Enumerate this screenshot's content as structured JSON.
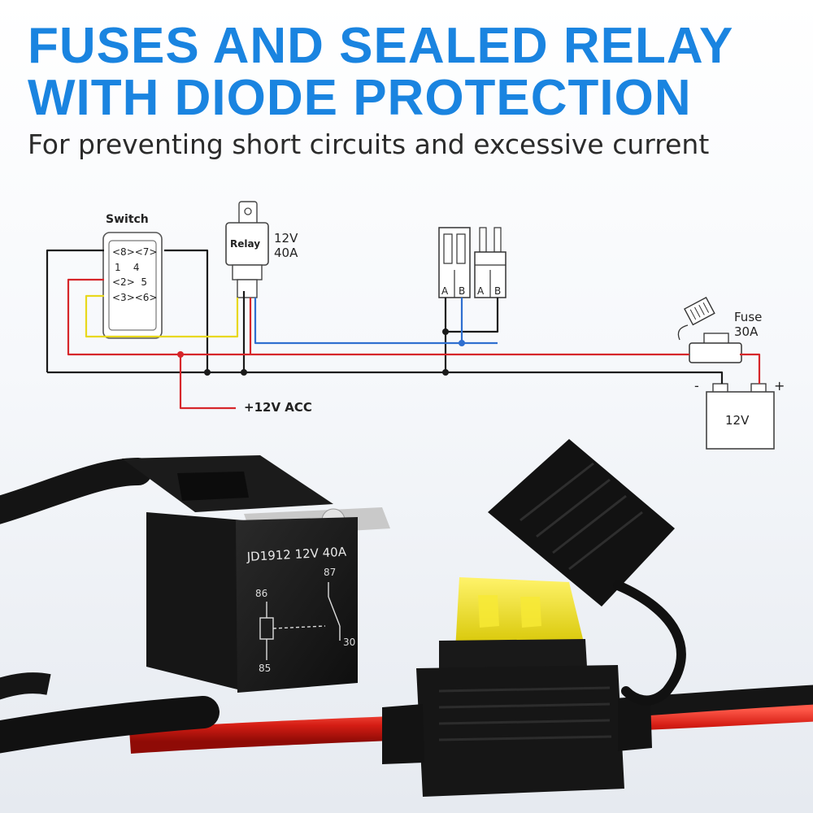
{
  "headline": {
    "line1": "FUSES AND SEALED RELAY",
    "line2": "WITH DIODE PROTECTION"
  },
  "subtitle": "For preventing short circuits and excessive current",
  "diagram": {
    "switch": {
      "title": "Switch",
      "pins_row1": "<8><7>",
      "pins_row2": "1    4",
      "pins_row3": "<2>  5",
      "pins_row4": "<3><6>"
    },
    "relay": {
      "label": "Relay",
      "voltage": "12V",
      "current": "40A"
    },
    "connector_1": {
      "pin_a": "A",
      "pin_b": "B"
    },
    "connector_2": {
      "pin_a": "A",
      "pin_b": "B"
    },
    "fuse": {
      "label": "Fuse",
      "rating": "30A"
    },
    "battery": {
      "label": "12V",
      "minus": "-",
      "plus": "+"
    },
    "acc_label": "+12V ACC",
    "wire_colors": {
      "black": "#1a1a1a",
      "red": "#d6262a",
      "blue": "#2f6fd0",
      "yellow": "#e8d81c"
    }
  },
  "photo": {
    "relay_marking": "JD1912 12V 40A",
    "pin_86": "86",
    "pin_87": "87",
    "pin_85": "85",
    "pin_30": "30"
  }
}
